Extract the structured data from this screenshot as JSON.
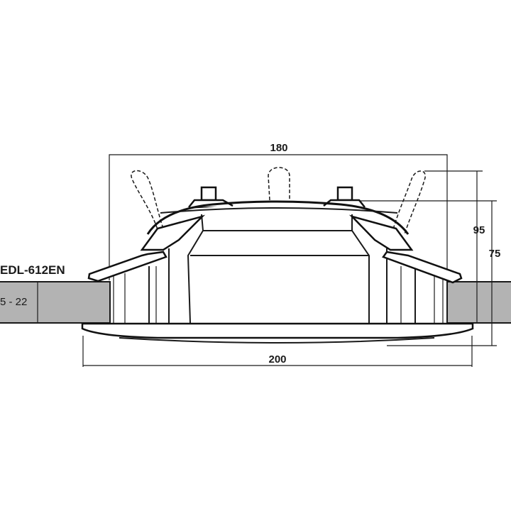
{
  "model": "EDL-612EN",
  "dimensions": {
    "width_top": "180",
    "width_bottom": "200",
    "height_total": "95",
    "height_inner": "75",
    "ceiling_thickness": "5 - 22"
  },
  "colors": {
    "line": "#1a1a1a",
    "ceiling": "#b3b3b3",
    "background": "#ffffff"
  }
}
